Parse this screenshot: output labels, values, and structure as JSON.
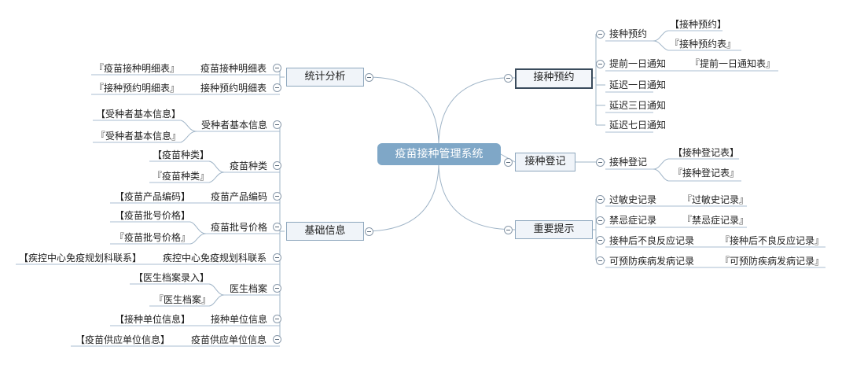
{
  "root": "疫苗接种管理系统",
  "branches": {
    "jiezhong_yuyue": {
      "label": "接种预约",
      "items": [
        {
          "label": "接种预约",
          "leaves": [
            "【接种预约】",
            "『接种预约表』"
          ]
        },
        {
          "label": "提前一日通知",
          "leaves": [
            "『提前一日通知表』"
          ]
        },
        {
          "label": "延迟一日通知"
        },
        {
          "label": "延迟三日通知"
        },
        {
          "label": "延迟七日通知"
        }
      ]
    },
    "jiezhong_dengji": {
      "label": "接种登记",
      "items": [
        {
          "label": "接种登记",
          "leaves": [
            "【接种登记表】",
            "『接种登记表』"
          ]
        }
      ]
    },
    "zhongyao_tishi": {
      "label": "重要提示",
      "items": [
        {
          "label": "过敏史记录",
          "leaves": [
            "『过敏史记录』"
          ]
        },
        {
          "label": "禁忌症记录",
          "leaves": [
            "『禁忌症记录』"
          ]
        },
        {
          "label": "接种后不良反应记录",
          "leaves": [
            "『接种后不良反应记录』"
          ]
        },
        {
          "label": "可预防疾病发病记录",
          "leaves": [
            "『可预防疾病发病记录』"
          ]
        }
      ]
    },
    "tongji_fenxi": {
      "label": "统计分析",
      "items": [
        {
          "label": "疫苗接种明细表",
          "leaves": [
            "『疫苗接种明细表』"
          ]
        },
        {
          "label": "接种预约明细表",
          "leaves": [
            "『接种预约明细表』"
          ]
        }
      ]
    },
    "jichu_xinxi": {
      "label": "基础信息",
      "items": [
        {
          "label": "受种者基本信息",
          "leaves": [
            "【受种者基本信息】",
            "『受种者基本信息』"
          ]
        },
        {
          "label": "疫苗种类",
          "leaves": [
            "【疫苗种类】",
            "『疫苗种类』"
          ]
        },
        {
          "label": "疫苗产品编码",
          "leaves": [
            "【疫苗产品编码】"
          ]
        },
        {
          "label": "疫苗批号价格",
          "leaves": [
            "【疫苗批号价格】",
            "『疫苗批号价格』"
          ]
        },
        {
          "label": "疾控中心免疫规划科联系",
          "leaves": [
            "【疾控中心免疫规划科联系】"
          ]
        },
        {
          "label": "医生档案",
          "leaves": [
            "【医生档案录入】",
            "『医生档案』"
          ]
        },
        {
          "label": "接种单位信息",
          "leaves": [
            "【接种单位信息】"
          ]
        },
        {
          "label": "疫苗供应单位信息",
          "leaves": [
            "【疫苗供应单位信息】"
          ]
        }
      ]
    }
  },
  "colors": {
    "root_fill": "#7fa7c7",
    "main_fill": "#f0f4f9",
    "main_border": "#8ea7bd",
    "selected_border": "#3a4b5c",
    "connector": "#9fb4c7"
  }
}
